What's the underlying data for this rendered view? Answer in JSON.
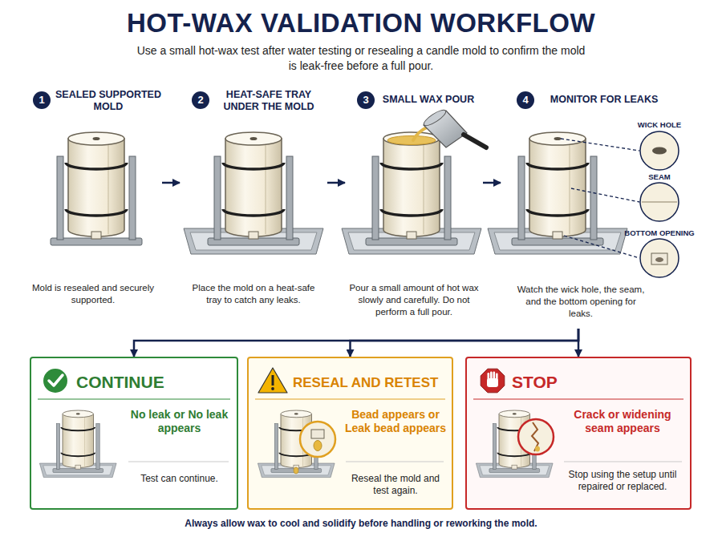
{
  "diagram": {
    "title": "HOT-WAX VALIDATION WORKFLOW",
    "caption": "Use a small hot-wax test after water testing or resealing a candle mold to confirm the mold is leak-free before a full pour.",
    "nodes": [
      {
        "text": [
          "1",
          "SEALED SUPPORTED MOLD",
          "Mold is resealed and securely supported."
        ]
      },
      {
        "text": [
          "2",
          "HEAT-SAFE TRAY UNDER THE MOLD",
          "Place the mold on a heat-safe tray to catch any leaks."
        ]
      },
      {
        "text": [
          "3",
          "SMALL WAX POUR",
          "Pour a small amount of hot wax slowly and carefully. Do not perform a full pour."
        ]
      },
      {
        "text": [
          "4",
          "MONITOR FOR LEAKS",
          "Watch the wick hole, the seam, and the bottom opening for leaks."
        ]
      },
      {
        "text": [
          "CONTINUE",
          "No leak or No leak appears",
          "Test can continue."
        ]
      },
      {
        "text": [
          "RESEAL AND RETEST",
          "Bead appears or Leak bead appears",
          "Reseal the mold and test again."
        ]
      },
      {
        "text": [
          "STOP",
          "Crack or widening seam appears",
          "Stop using the setup until repaired or replaced."
        ]
      }
    ],
    "edges": [
      {
        "from": 0,
        "to": 1,
        "arrow": "to"
      },
      {
        "from": 1,
        "to": 2,
        "arrow": "to"
      },
      {
        "from": 2,
        "to": 3,
        "arrow": "to"
      },
      {
        "from": 3,
        "to": 4,
        "arrow": "to"
      },
      {
        "from": 3,
        "to": 5,
        "arrow": "to"
      },
      {
        "from": 3,
        "to": 6,
        "arrow": "to"
      }
    ],
    "labels": [
      "WICK HOLE",
      "SEAM",
      "BOTTOM OPENING",
      "Always allow wax to cool and solidify before handling or reworking the mold."
    ]
  }
}
